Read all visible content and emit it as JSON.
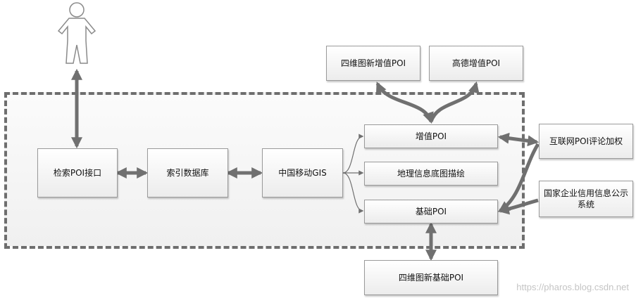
{
  "nodes": {
    "retrieval_api": "检索POI接口",
    "index_db": "索引数据库",
    "cmcc_gis": "中国移动GIS",
    "value_added_poi": "增值POI",
    "geo_basemap": "地理信息底图描绘",
    "basic_poi": "基础POI",
    "siwei_value_added": "四维图新增值POI",
    "gaode_value_added": "高德增值POI",
    "internet_weighting": "互联网POI评论加权",
    "credit_system": "国家企业信用信息公示系统",
    "siwei_basic": "四维图新基础POI"
  },
  "watermark": "https://pharos.blog.csdn.net",
  "colors": {
    "arrow": "#707070",
    "border": "#9a9a9a",
    "dash": "#6e6e6e"
  }
}
